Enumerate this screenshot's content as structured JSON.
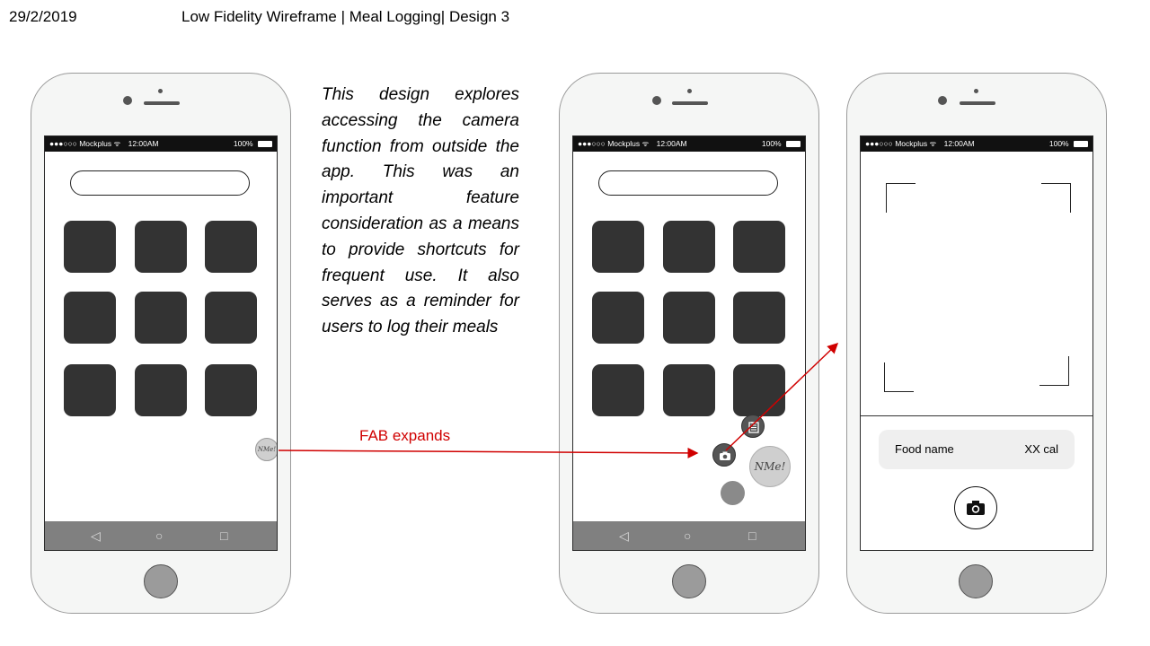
{
  "header": {
    "date": "29/2/2019",
    "title": "Low Fidelity Wireframe  | Meal Logging|  Design 3"
  },
  "description": "This design explores accessing the camera function from outside the app. This was an important feature consideration as a means to provide shortcuts for frequent use. It also serves as a reminder for users to log their meals",
  "annotation": {
    "fab_label": "FAB expands",
    "arrow_color": "#d00000"
  },
  "statusbar": {
    "signal": "●●●○○○",
    "carrier": "Mockplus",
    "wifi": "ᯤ",
    "time": "12:00AM",
    "battery": "100%"
  },
  "fab": {
    "logo_text": "NMe!"
  },
  "nav": {
    "back": "◁",
    "home": "○",
    "recent": "□"
  },
  "camera_screen": {
    "food_name": "Food name",
    "calories": "XX cal"
  },
  "icons": {
    "mini_fab_1": "notepad-icon",
    "mini_fab_2": "camera-icon",
    "shutter": "camera-icon"
  }
}
